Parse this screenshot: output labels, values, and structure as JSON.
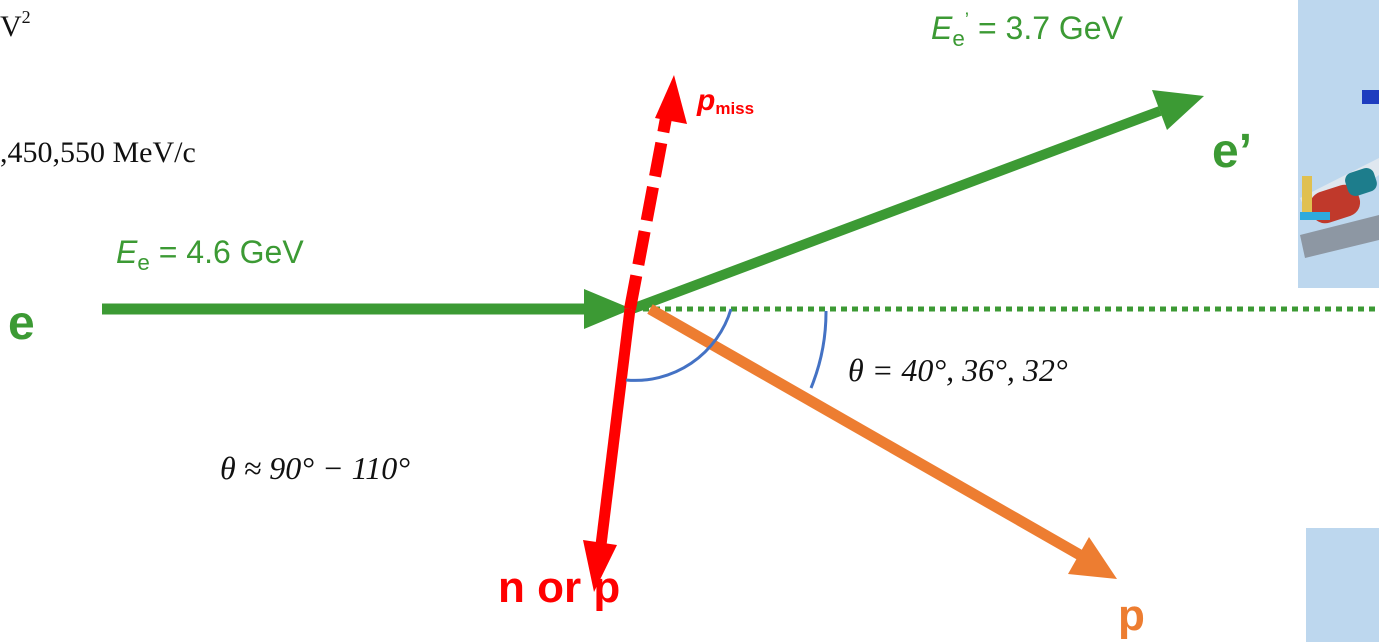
{
  "colors": {
    "electron": "#3c9a34",
    "proton": "#ed7d31",
    "recoil": "#ff0000",
    "angle_arc": "#4472c4",
    "panel": "#bdd7ee",
    "text": "#111111"
  },
  "left_text": {
    "line1_main": "V",
    "line1_sup": "2",
    "line2": ",450,550 MeV/c"
  },
  "incoming": {
    "particle": "e",
    "energy_symbol": "E",
    "energy_sub": "e",
    "energy_value": " = 4.6 GeV"
  },
  "scattered": {
    "particle": "e’",
    "energy_symbol": "E",
    "energy_sub": "e",
    "energy_prime": "’",
    "energy_value": " = 3.7 GeV"
  },
  "missing_momentum": {
    "symbol": "p",
    "subscript": "miss"
  },
  "recoil_label": "n or p",
  "proton_label": "p",
  "proton_angle": "θ = 40°, 36°, 32°",
  "recoil_angle": "θ ≈ 90° − 110°"
}
